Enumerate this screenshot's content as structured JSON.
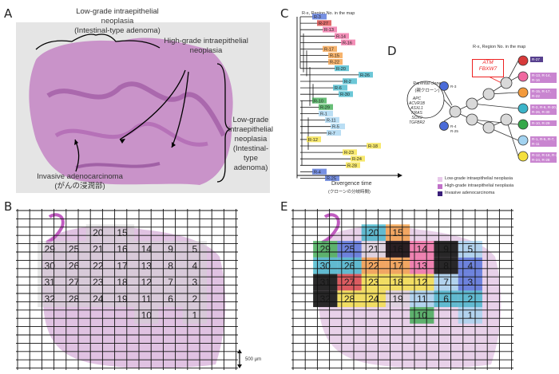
{
  "panels": {
    "a": "A",
    "b": "B",
    "c": "C",
    "d": "D",
    "e": "E"
  },
  "panel_a": {
    "label_low_grade_top": "Low-grade intraepithelial\nneoplasia\n(Intestinal-type adenoma)",
    "label_high_grade": "High-grade intraepithelial\nneoplasia",
    "label_low_grade_right": "Low-grade\nintraepithelial\nneoplasia\n(Intestinal-\ntype\nadenoma)",
    "label_invasive": "Invasive adenocarcinoma\n(がんの浸潤部)"
  },
  "panel_b": {
    "regions": [
      "1",
      "2",
      "3",
      "4",
      "5",
      "6",
      "7",
      "8",
      "9",
      "10",
      "11",
      "12",
      "13",
      "14",
      "15",
      "16",
      "17",
      "18",
      "19",
      "20",
      "21",
      "22",
      "23",
      "24",
      "25",
      "26",
      "27",
      "28",
      "29",
      "30",
      "31",
      "32"
    ],
    "scale_label": "500 µm"
  },
  "panel_c": {
    "header": "R-x, Region No. in the map",
    "leaves": [
      "R-3",
      "R-27",
      "R-13",
      "R-14",
      "R-16",
      "R-17",
      "R-15",
      "R-22",
      "R-20",
      "R-26",
      "R-2",
      "R-6",
      "R-30",
      "R-10",
      "R-29",
      "R-1",
      "R-11",
      "R-5",
      "R-7",
      "R-12",
      "R-18",
      "R-23",
      "R-24",
      "R-28",
      "R-4",
      "R-25"
    ],
    "axis_label": "Divergence time",
    "axis_sublabel": "(クローンの分岐時間)"
  },
  "panel_d": {
    "header": "R-x, Region No. in the map",
    "parental_title": "Parental clone",
    "parental_sub": "(親クローン)",
    "parental_genes": "APC\nACVR1B\nASXL1\nKRAS\nSOX9\nTGFBR2",
    "driver_genes": "ATM\nFBXW7",
    "early_labels": [
      "R-3",
      "R-4\nR-25"
    ],
    "terminal_labels": [
      "R-27",
      "R-13, R-14,\nR-16",
      "R-15, R-17,\nR-22",
      "R-2, R-6, R-20,\nR-26, R-30",
      "R-10, R-29",
      "R-1, R-5, R-7,\nR-11",
      "R-12, R-18, R-23,\nR-24, R-28"
    ],
    "legend": [
      "Low-grade intraepithelial neoplasia",
      "High-grade intraepithelial neoplasia",
      "Invasive adenocarcinoma"
    ],
    "legend_colors": [
      "#e8c8ea",
      "#c070c8",
      "#3a1e7a"
    ]
  },
  "panel_e": {
    "region_colors": {
      "red": "#d73a3a",
      "pink": "#f06aa0",
      "orange": "#f39a3c",
      "teal": "#3bb4c9",
      "green": "#36a84a",
      "lightblue": "#a3d3f0",
      "yellow": "#f4e03c",
      "blue": "#4a6bd8",
      "black": "#141414"
    }
  }
}
